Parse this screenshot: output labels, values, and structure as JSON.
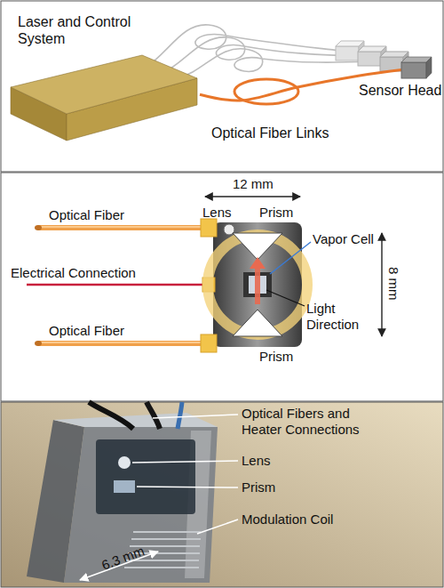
{
  "diagram": {
    "nodes": [
      {
        "text": [
          "Laser and Control System"
        ]
      },
      {
        "text": [
          "Sensor Head"
        ]
      }
    ],
    "edges": [
      {
        "from": 0,
        "to": 1,
        "arrow": "none",
        "label": "Optical Fiber Links"
      }
    ],
    "labels": [
      "12 mm",
      "Optical Fiber",
      "Lens",
      "Prism",
      "Vapor Cell",
      "Electrical Connection",
      "Light Direction",
      "8 mm",
      "Optical Fiber",
      "Prism",
      "Optical Fibers and Heater Connections",
      "Lens",
      "Prism",
      "Modulation Coil",
      "6.3 mm"
    ]
  }
}
